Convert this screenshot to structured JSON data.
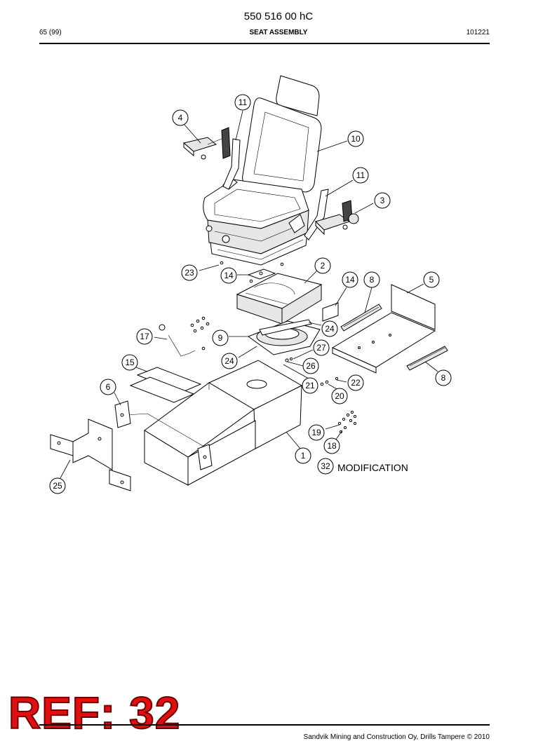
{
  "header": {
    "doc_number": "550 516 00 hC",
    "page": "65 (99)",
    "title": "SEAT ASSEMBLY",
    "code": "101221"
  },
  "callouts": [
    "11",
    "4",
    "10",
    "11",
    "3",
    "2",
    "23",
    "14",
    "14",
    "8",
    "5",
    "24",
    "17",
    "9",
    "27",
    "24",
    "26",
    "15",
    "22",
    "21",
    "8",
    "6",
    "20",
    "19",
    "18",
    "1",
    "32",
    "25"
  ],
  "note": "MODIFICATION",
  "stamp": "REF: 32",
  "footer": {
    "copyright": "Sandvik Mining and Construction Oy, Drills Tampere © 2010"
  }
}
